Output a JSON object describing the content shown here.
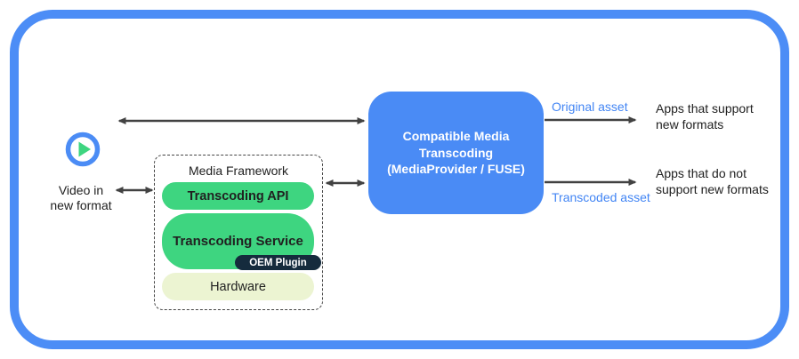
{
  "diagram": {
    "source": {
      "icon": "play-icon",
      "label": "Video in\nnew format"
    },
    "media_framework": {
      "title": "Media Framework",
      "layers": [
        {
          "label": "Transcoding API",
          "color": "#3ED580"
        },
        {
          "label": "Transcoding Service",
          "color": "#3ED580"
        },
        {
          "label": "OEM Plugin",
          "color": "#152B3D"
        },
        {
          "label": "Hardware",
          "color": "#ECF4D2"
        }
      ]
    },
    "transcoder": {
      "label": "Compatible Media\nTranscoding\n(MediaProvider / FUSE)",
      "color": "#4A8BF5"
    },
    "flows": {
      "original_label": "Original asset",
      "transcoded_label": "Transcoded asset",
      "label_color": "#4285F4"
    },
    "apps": {
      "support_label": "Apps that support\nnew formats",
      "no_support_label": "Apps that do not\nsupport new formats"
    }
  },
  "colors": {
    "frame_border": "#4C8DF6",
    "arrow": "#424242",
    "play_ring": "#4B8CF5",
    "play_triangle": "#3ED580",
    "text": "#212121"
  }
}
